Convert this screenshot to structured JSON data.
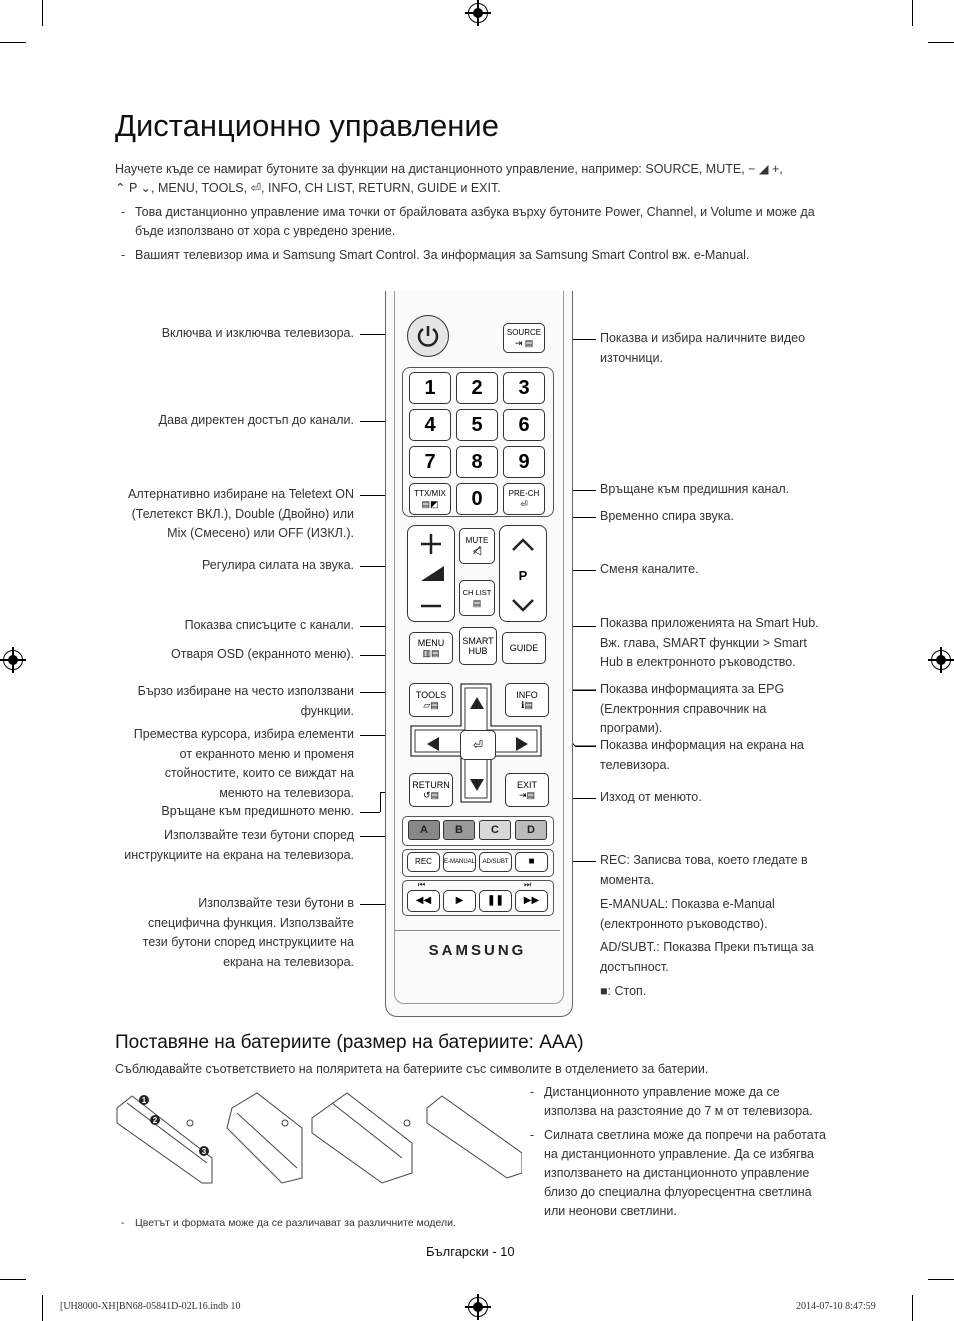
{
  "title": "Дистанционно управление",
  "intro": {
    "line1": "Научете къде се намират бутоните за функции на дистанционното управление, например: SOURCE, MUTE, − ◢ +,",
    "line2": "⌃ P ⌄, MENU, TOOLS, ⏎, INFO, CH LIST, RETURN, GUIDE и EXIT."
  },
  "notes": [
    "Това дистанционно управление има точки от брайловата азбука върху бутоните Power, Channel, и Volume и може да бъде използвано от хора с увредено зрение.",
    "Вашият телевизор има и Samsung Smart Control. За информация за Samsung Smart Control вж. e-Manual."
  ],
  "left_labels": {
    "power": "Включва и изключва телевизора.",
    "numbers": "Дава директен достъп до канали.",
    "ttx1": "Алтернативно избиране на Teletext ON",
    "ttx2": "(Телетекст ВКЛ.), Double (Двойно) или",
    "ttx3": "Mix (Смесено) или OFF (ИЗКЛ.).",
    "volume": "Регулира силата на звука.",
    "chlist": "Показва списъците с канали.",
    "menu": "Отваря OSD (екранното меню).",
    "tools1": "Бързо избиране на често използвани",
    "tools2": "функции.",
    "nav1": "Премества курсора, избира елементи",
    "nav2": "от екранното меню и променя",
    "nav3": "стойностите, които се виждат на",
    "nav4": "менюто на телевизора.",
    "return": "Връщане към предишното меню.",
    "color1": "Използвайте тези бутони според",
    "color2": "инструкциите на екрана на телевизора.",
    "media1": "Използвайте тези бутони в",
    "media2": "специфична функция. Използвайте",
    "media3": "тези бутони според инструкциите на",
    "media4": "екрана на телевизора."
  },
  "right_labels": {
    "source1": "Показва и избира наличните видео",
    "source2": "източници.",
    "prech": "Връщане към предишния канал.",
    "mute": "Временно спира звука.",
    "channel": "Сменя каналите.",
    "smart1": "Показва приложенията на Smart Hub.",
    "smart2": "Вж. глава, SMART функции > Smart",
    "smart3": "Hub в електронното ръководство.",
    "guide1": "Показва информацията за EPG",
    "guide2": "(Електронния справочник на",
    "guide3": "програми).",
    "info1": "Показва информация на екрана на",
    "info2": "телевизора.",
    "exit": "Изход от менюто.",
    "rec1": "REC: Записва това, което гледате в",
    "rec2": "момента.",
    "emanual1": "E-MANUAL: Показва e-Manual",
    "emanual2": "(електронното ръководство).",
    "adsubt1": "AD/SUBT.: Показва Преки пътища за",
    "adsubt2": "достъпност.",
    "stop": "■: Стоп."
  },
  "remote": {
    "source": "SOURCE",
    "digits": [
      "1",
      "2",
      "3",
      "4",
      "5",
      "6",
      "7",
      "8",
      "9"
    ],
    "zero": "0",
    "ttx": "TTX/MIX",
    "prech": "PRE-CH",
    "mute": "MUTE",
    "chlist": "CH LIST",
    "p": "P",
    "menu": "MENU",
    "smart1": "SMART",
    "smart2": "HUB",
    "guide": "GUIDE",
    "tools": "TOOLS",
    "info": "INFO",
    "return": "RETURN",
    "exit": "EXIT",
    "colors": [
      "A",
      "B",
      "C",
      "D"
    ],
    "rec": "REC",
    "emanual": "E-MANUAL",
    "adsubt": "AD/SUBT",
    "brand": "SAMSUNG"
  },
  "battery": {
    "heading": "Поставяне на батериите (размер на батериите: AAA)",
    "text": "Съблюдавайте съответствието на поляритета на батериите със символите в отделението за батерии.",
    "steps": [
      "1",
      "2",
      "3"
    ],
    "right_notes": [
      [
        "Дистанционното управление може да се",
        "използва на разстояние до 7 м от телевизора."
      ],
      [
        "Силната светлина може да попречи на работата",
        "на дистанционното управление. Да се избягва",
        "използването на дистанционното управление",
        "близо до специална флуоресцентна светлина",
        "или неонови светлини."
      ]
    ],
    "footnote": "Цветът и формата може да се различават за различните модели."
  },
  "page_label": "Български - 10",
  "footer": {
    "file": "[UH8000-XH]BN68-05841D-02L16.indb   10",
    "date": "2014-07-10   8:47:59"
  }
}
